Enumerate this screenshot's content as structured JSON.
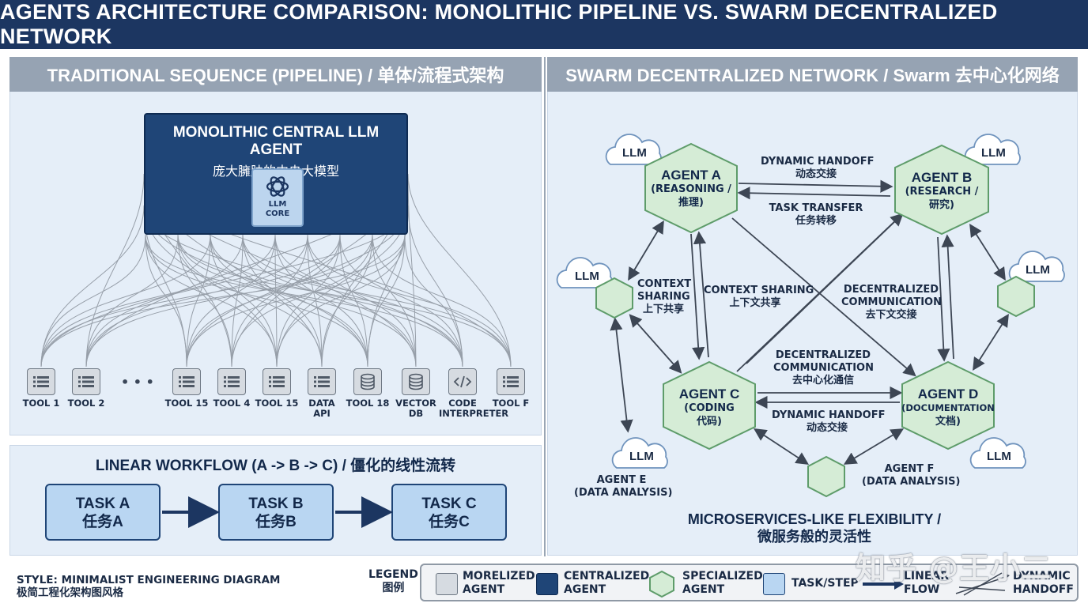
{
  "title": "AGENTS ARCHITECTURE COMPARISON: MONOLITHIC PIPELINE VS. SWARM DECENTRALIZED NETWORK",
  "left_panel": {
    "header": "TRADITIONAL SEQUENCE (PIPELINE) / 单体/流程式架构",
    "monolith_title": "MONOLITHIC CENTRAL LLM AGENT",
    "monolith_subtitle": "庞大臃肿的中央大模型",
    "core_line1": "LLM",
    "core_line2": "CORE",
    "ellipsis": "• • •",
    "tools": [
      {
        "label": "TOOL 1",
        "icon": "list-icon"
      },
      {
        "label": "TOOL 2",
        "icon": "list-icon"
      },
      {
        "label": "TOOL 15",
        "icon": "list-icon"
      },
      {
        "label": "TOOL 4",
        "icon": "list-icon"
      },
      {
        "label": "TOOL 15",
        "icon": "list-icon"
      },
      {
        "label": "DATA\nAPI",
        "icon": "list-icon"
      },
      {
        "label": "TOOL 18",
        "icon": "database-icon"
      },
      {
        "label": "VECTOR\nDB",
        "icon": "database-icon"
      },
      {
        "label": "CODE\nINTERPRETER",
        "icon": "code-icon"
      },
      {
        "label": "TOOL F",
        "icon": "list-icon"
      }
    ]
  },
  "workflow": {
    "header": "LINEAR WORKFLOW (A -> B -> C) / 僵化的线性流转",
    "tasks": [
      {
        "name": "TASK A",
        "cn": "任务A"
      },
      {
        "name": "TASK B",
        "cn": "任务B"
      },
      {
        "name": "TASK C",
        "cn": "任务C"
      }
    ]
  },
  "right_panel": {
    "header": "SWARM DECENTRALIZED NETWORK / Swarm 去中心化网络",
    "agents": {
      "a": {
        "name": "AGENT A",
        "role1": "(REASONING /",
        "role2": "推理)"
      },
      "b": {
        "name": "AGENT B",
        "role1": "(RESEARCH /",
        "role2": "研究)"
      },
      "c": {
        "name": "AGENT C",
        "role1": "(CODING",
        "role2": "代码)"
      },
      "d": {
        "name": "AGENT D",
        "role1": "(DOCUMENTATION",
        "role2": "文档)"
      },
      "e": {
        "name": "AGENT E",
        "role": "(DATA ANALYSIS)"
      },
      "f": {
        "name": "AGENT F",
        "role": "(DATA ANALYSIS)"
      }
    },
    "llm_label": "LLM",
    "edges": {
      "ab_top": {
        "en": "DYNAMIC HANDOFF",
        "cn": "动态交接"
      },
      "ab_bottom": {
        "en": "TASK TRANSFER",
        "cn": "任务转移"
      },
      "context_left": {
        "en1": "CONTEXT",
        "en2": "SHARING",
        "cn": "上下共享"
      },
      "context_mid": {
        "en": "CONTEXT SHARING",
        "cn": "上下文共享"
      },
      "decentral_right": {
        "en1": "DECENTRALIZED",
        "en2": "COMMUNICATION",
        "cn": "去下文交接"
      },
      "decentral_cd": {
        "en1": "DECENTRALIZED",
        "en2": "COMMUNICATION",
        "cn": "去中心化通信"
      },
      "cd_bottom": {
        "en": "DYNAMIC HANDOFF",
        "cn": "动态交接"
      }
    },
    "flex_en": "MICROSERVICES-LIKE FLEXIBILITY /",
    "flex_cn": "微服务般的灵活性"
  },
  "style_note": {
    "en": "STYLE: MINIMALIST ENGINEERING DIAGRAM",
    "cn": "极简工程化架构图风格"
  },
  "legend": {
    "title_en": "LEGEND",
    "title_cn": "图例",
    "items": [
      {
        "l1": "MORELIZED",
        "l2": "AGENT"
      },
      {
        "l1": "CENTRALIZED",
        "l2": "AGENT"
      },
      {
        "l1": "SPECIALIZED",
        "l2": "AGENT"
      },
      {
        "l1": "TASK/STEP",
        "l2": ""
      },
      {
        "l1": "LINEAR",
        "l2": "FLOW"
      },
      {
        "l1": "DYNAMIC",
        "l2": "HANDOFF"
      }
    ]
  },
  "watermark": "知乎 @王小二",
  "colors": {
    "navy": "#1c3661",
    "panel_bg": "#e5eef8",
    "panel_header": "#96a3b3",
    "agent_fill": "#d5ecd6",
    "agent_stroke": "#5e9c6a",
    "task_fill": "#b9d6f2"
  }
}
